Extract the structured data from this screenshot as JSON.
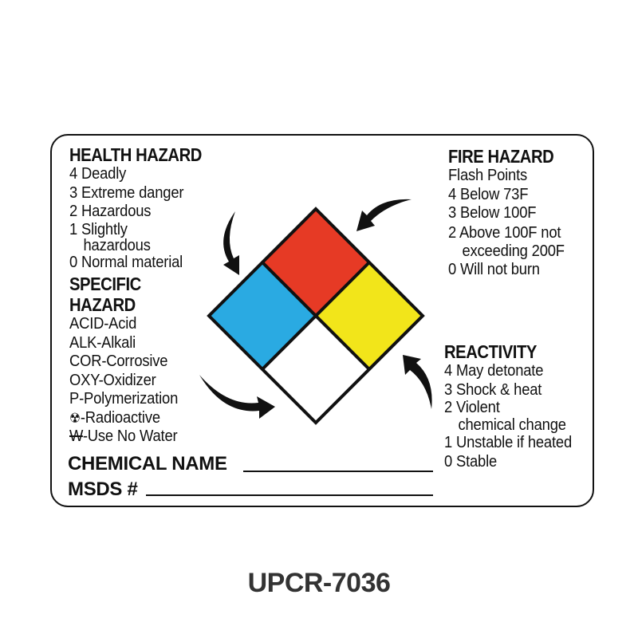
{
  "health": {
    "title": "HEALTH HAZARD",
    "items": [
      "4 Deadly",
      "3 Extreme danger",
      "2 Hazardous",
      "1 Slightly",
      "hazardous",
      "0 Normal material"
    ]
  },
  "specific": {
    "title1": "SPECIFIC",
    "title2": "HAZARD",
    "items": [
      "ACID-Acid",
      "ALK-Alkali",
      "COR-Corrosive",
      "OXY-Oxidizer",
      "P-Polymerization",
      "-Radioactive",
      "-Use No Water"
    ],
    "no_water_symbol": "W"
  },
  "fire": {
    "title": "FIRE HAZARD",
    "items": [
      "Flash Points",
      "4 Below 73F",
      "3 Below 100F",
      "2 Above 100F not",
      "exceeding 200F",
      "0 Will not burn"
    ]
  },
  "reactivity": {
    "title": "REACTIVITY",
    "items": [
      "4 May detonate",
      "3 Shock & heat",
      "2 Violent",
      "chemical change",
      "1 Unstable if heated",
      "0 Stable"
    ]
  },
  "fields": {
    "chemical_name": "CHEMICAL NAME",
    "msds": "MSDS #"
  },
  "product_code": "UPCR-7036",
  "colors": {
    "health": "#2aaae2",
    "fire": "#e63a25",
    "reactivity": "#f2e51a",
    "specific": "#ffffff"
  }
}
